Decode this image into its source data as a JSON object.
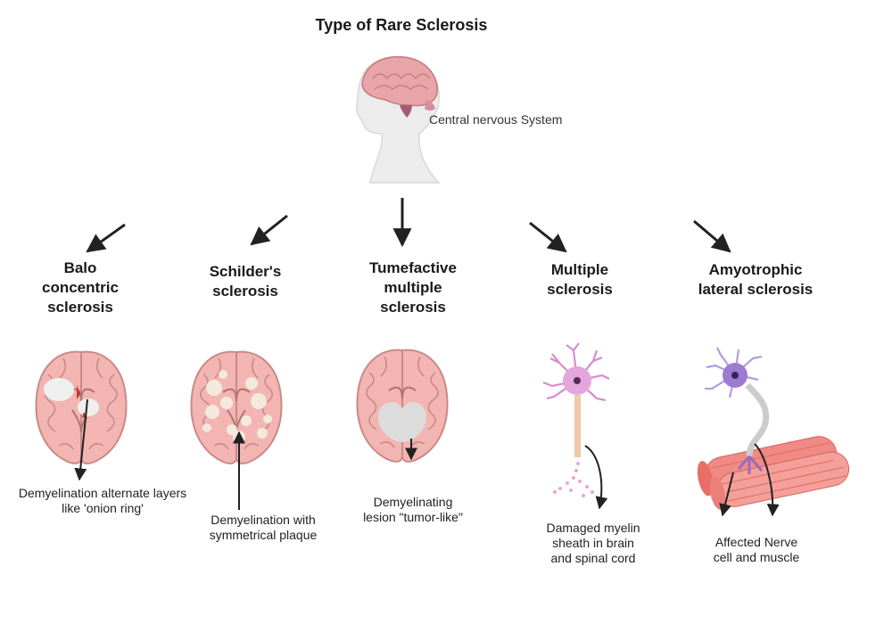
{
  "title": "Type of Rare Sclerosis",
  "central_label": "Central nervous System",
  "types": [
    {
      "name": "Balo concentric sclerosis",
      "lines": [
        "Balo",
        "concentric",
        "sclerosis"
      ],
      "caption": [
        "Demyelination alternate layers",
        "like 'onion ring'"
      ]
    },
    {
      "name": "Schilder's sclerosis",
      "lines": [
        "Schilder's",
        "sclerosis"
      ],
      "caption": [
        "Demyelination with",
        "symmetrical plaque"
      ]
    },
    {
      "name": "Tumefactive multiple sclerosis",
      "lines": [
        "Tumefactive",
        "multiple",
        "sclerosis"
      ],
      "caption": [
        "Demyelinating",
        "lesion \"tumor-like\""
      ]
    },
    {
      "name": "Multiple sclerosis",
      "lines": [
        "Multiple",
        "sclerosis"
      ],
      "caption": [
        "Damaged myelin",
        "sheath in brain",
        "and spinal cord"
      ]
    },
    {
      "name": "Amyotrophic lateral sclerosis",
      "lines": [
        "Amyotrophic",
        "lateral sclerosis"
      ],
      "caption": [
        "Affected Nerve",
        "cell and muscle"
      ]
    }
  ],
  "colors": {
    "brain": "#f2b5b2",
    "brain_stroke": "#c98a88",
    "neuron_ms": "#d98bd0",
    "neuron_als": "#b79be0",
    "muscle": "#f08a84",
    "skin": "#eeeeee",
    "lesion": "#dcdcdc"
  }
}
